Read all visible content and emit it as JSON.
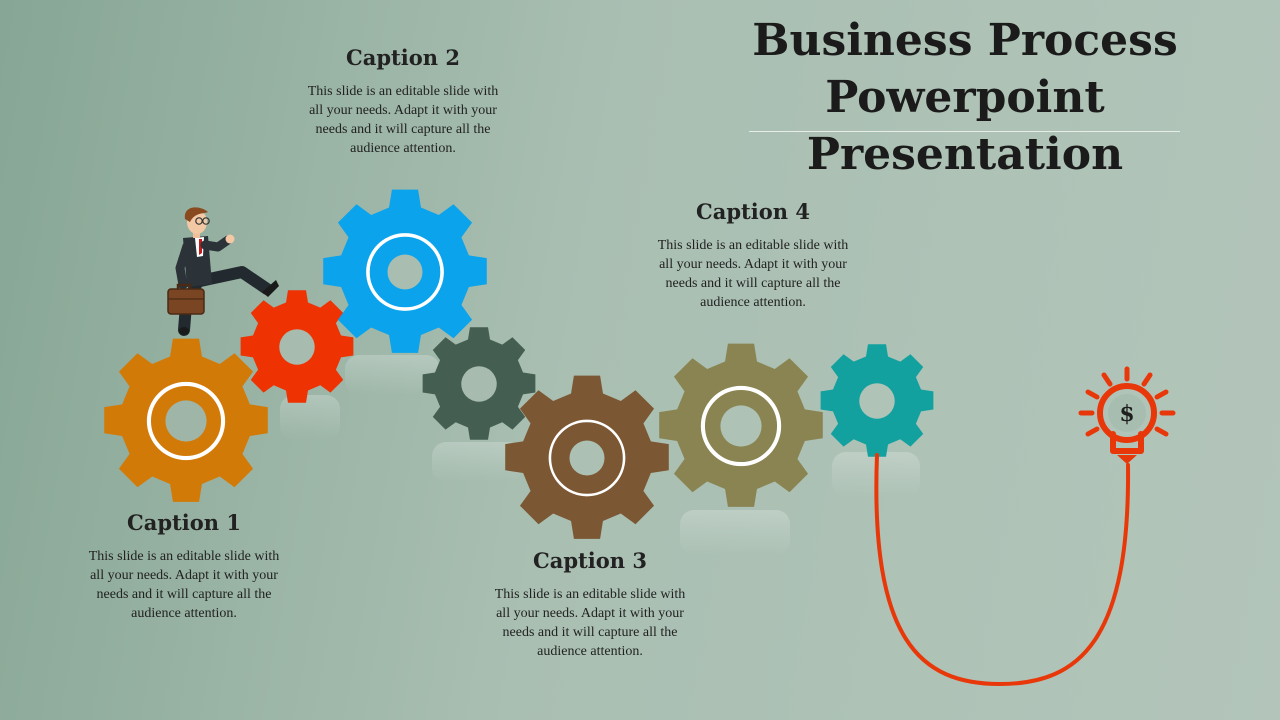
{
  "slide": {
    "title_line1": "Business Process",
    "title_line2": "Powerpoint Presentation"
  },
  "captions": [
    {
      "heading": "Caption 1",
      "body": "This slide is an editable slide with all your needs. Adapt it with your needs and it will capture all the audience attention."
    },
    {
      "heading": "Caption 2",
      "body": "This slide is an editable slide with all your needs. Adapt it with your needs and it will capture all the audience attention."
    },
    {
      "heading": "Caption 3",
      "body": "This slide is an editable slide with all your needs. Adapt it with your needs and it will capture all the audience attention."
    },
    {
      "heading": "Caption 4",
      "body": "This slide is an editable slide with all your needs. Adapt it with your needs and it will capture all the audience attention."
    }
  ],
  "bulb": {
    "symbol": "$"
  },
  "colors": {
    "orange_gear": "#d27a08",
    "red_gear": "#ee3202",
    "blue_gear": "#0aa3ec",
    "dark_green_gear": "#455e52",
    "brown_gear": "#7b5733",
    "olive_gear": "#8a8452",
    "teal_gear": "#13a1a0",
    "bulb_line": "#e8380a"
  }
}
